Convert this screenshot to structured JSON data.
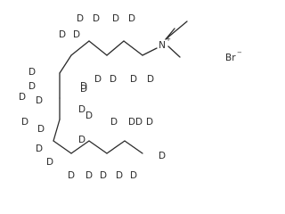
{
  "molecule": {
    "deuterium_symbol": "D",
    "nitrogen_symbol": "N",
    "nitrogen_charge": "+",
    "counterion_symbol": "Br",
    "counterion_charge": "−"
  }
}
